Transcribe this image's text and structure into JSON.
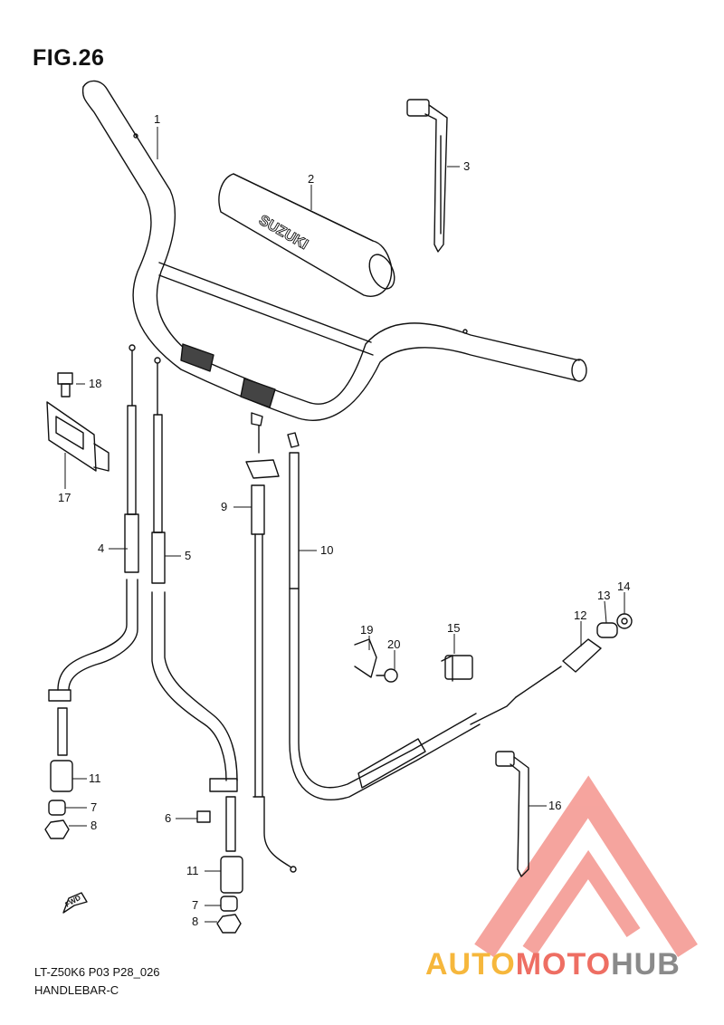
{
  "figure": {
    "title": "FIG.26"
  },
  "footer": {
    "model_code": "LT-Z50K6 P03 P28_026",
    "group_name": "HANDLEBAR-C"
  },
  "pad_brand": "SUZUKI",
  "fwd_arrow_label": "FWD",
  "watermark": {
    "part1": "AUTO",
    "part2": "MOTO",
    "part3": "HUB",
    "colors": {
      "auto": "#f6b73c",
      "moto": "#ee6e63",
      "hub": "#8a8a8a"
    }
  },
  "callouts": [
    {
      "id": "c1",
      "label": "1"
    },
    {
      "id": "c2",
      "label": "2"
    },
    {
      "id": "c3",
      "label": "3"
    },
    {
      "id": "c4",
      "label": "4"
    },
    {
      "id": "c5",
      "label": "5"
    },
    {
      "id": "c6",
      "label": "6"
    },
    {
      "id": "c7a",
      "label": "7"
    },
    {
      "id": "c7b",
      "label": "7"
    },
    {
      "id": "c8a",
      "label": "8"
    },
    {
      "id": "c8b",
      "label": "8"
    },
    {
      "id": "c9",
      "label": "9"
    },
    {
      "id": "c10",
      "label": "10"
    },
    {
      "id": "c11a",
      "label": "11"
    },
    {
      "id": "c11b",
      "label": "11"
    },
    {
      "id": "c12",
      "label": "12"
    },
    {
      "id": "c13",
      "label": "13"
    },
    {
      "id": "c14",
      "label": "14"
    },
    {
      "id": "c15",
      "label": "15"
    },
    {
      "id": "c16",
      "label": "16"
    },
    {
      "id": "c17",
      "label": "17"
    },
    {
      "id": "c18",
      "label": "18"
    },
    {
      "id": "c19",
      "label": "19"
    },
    {
      "id": "c20",
      "label": "20"
    }
  ]
}
